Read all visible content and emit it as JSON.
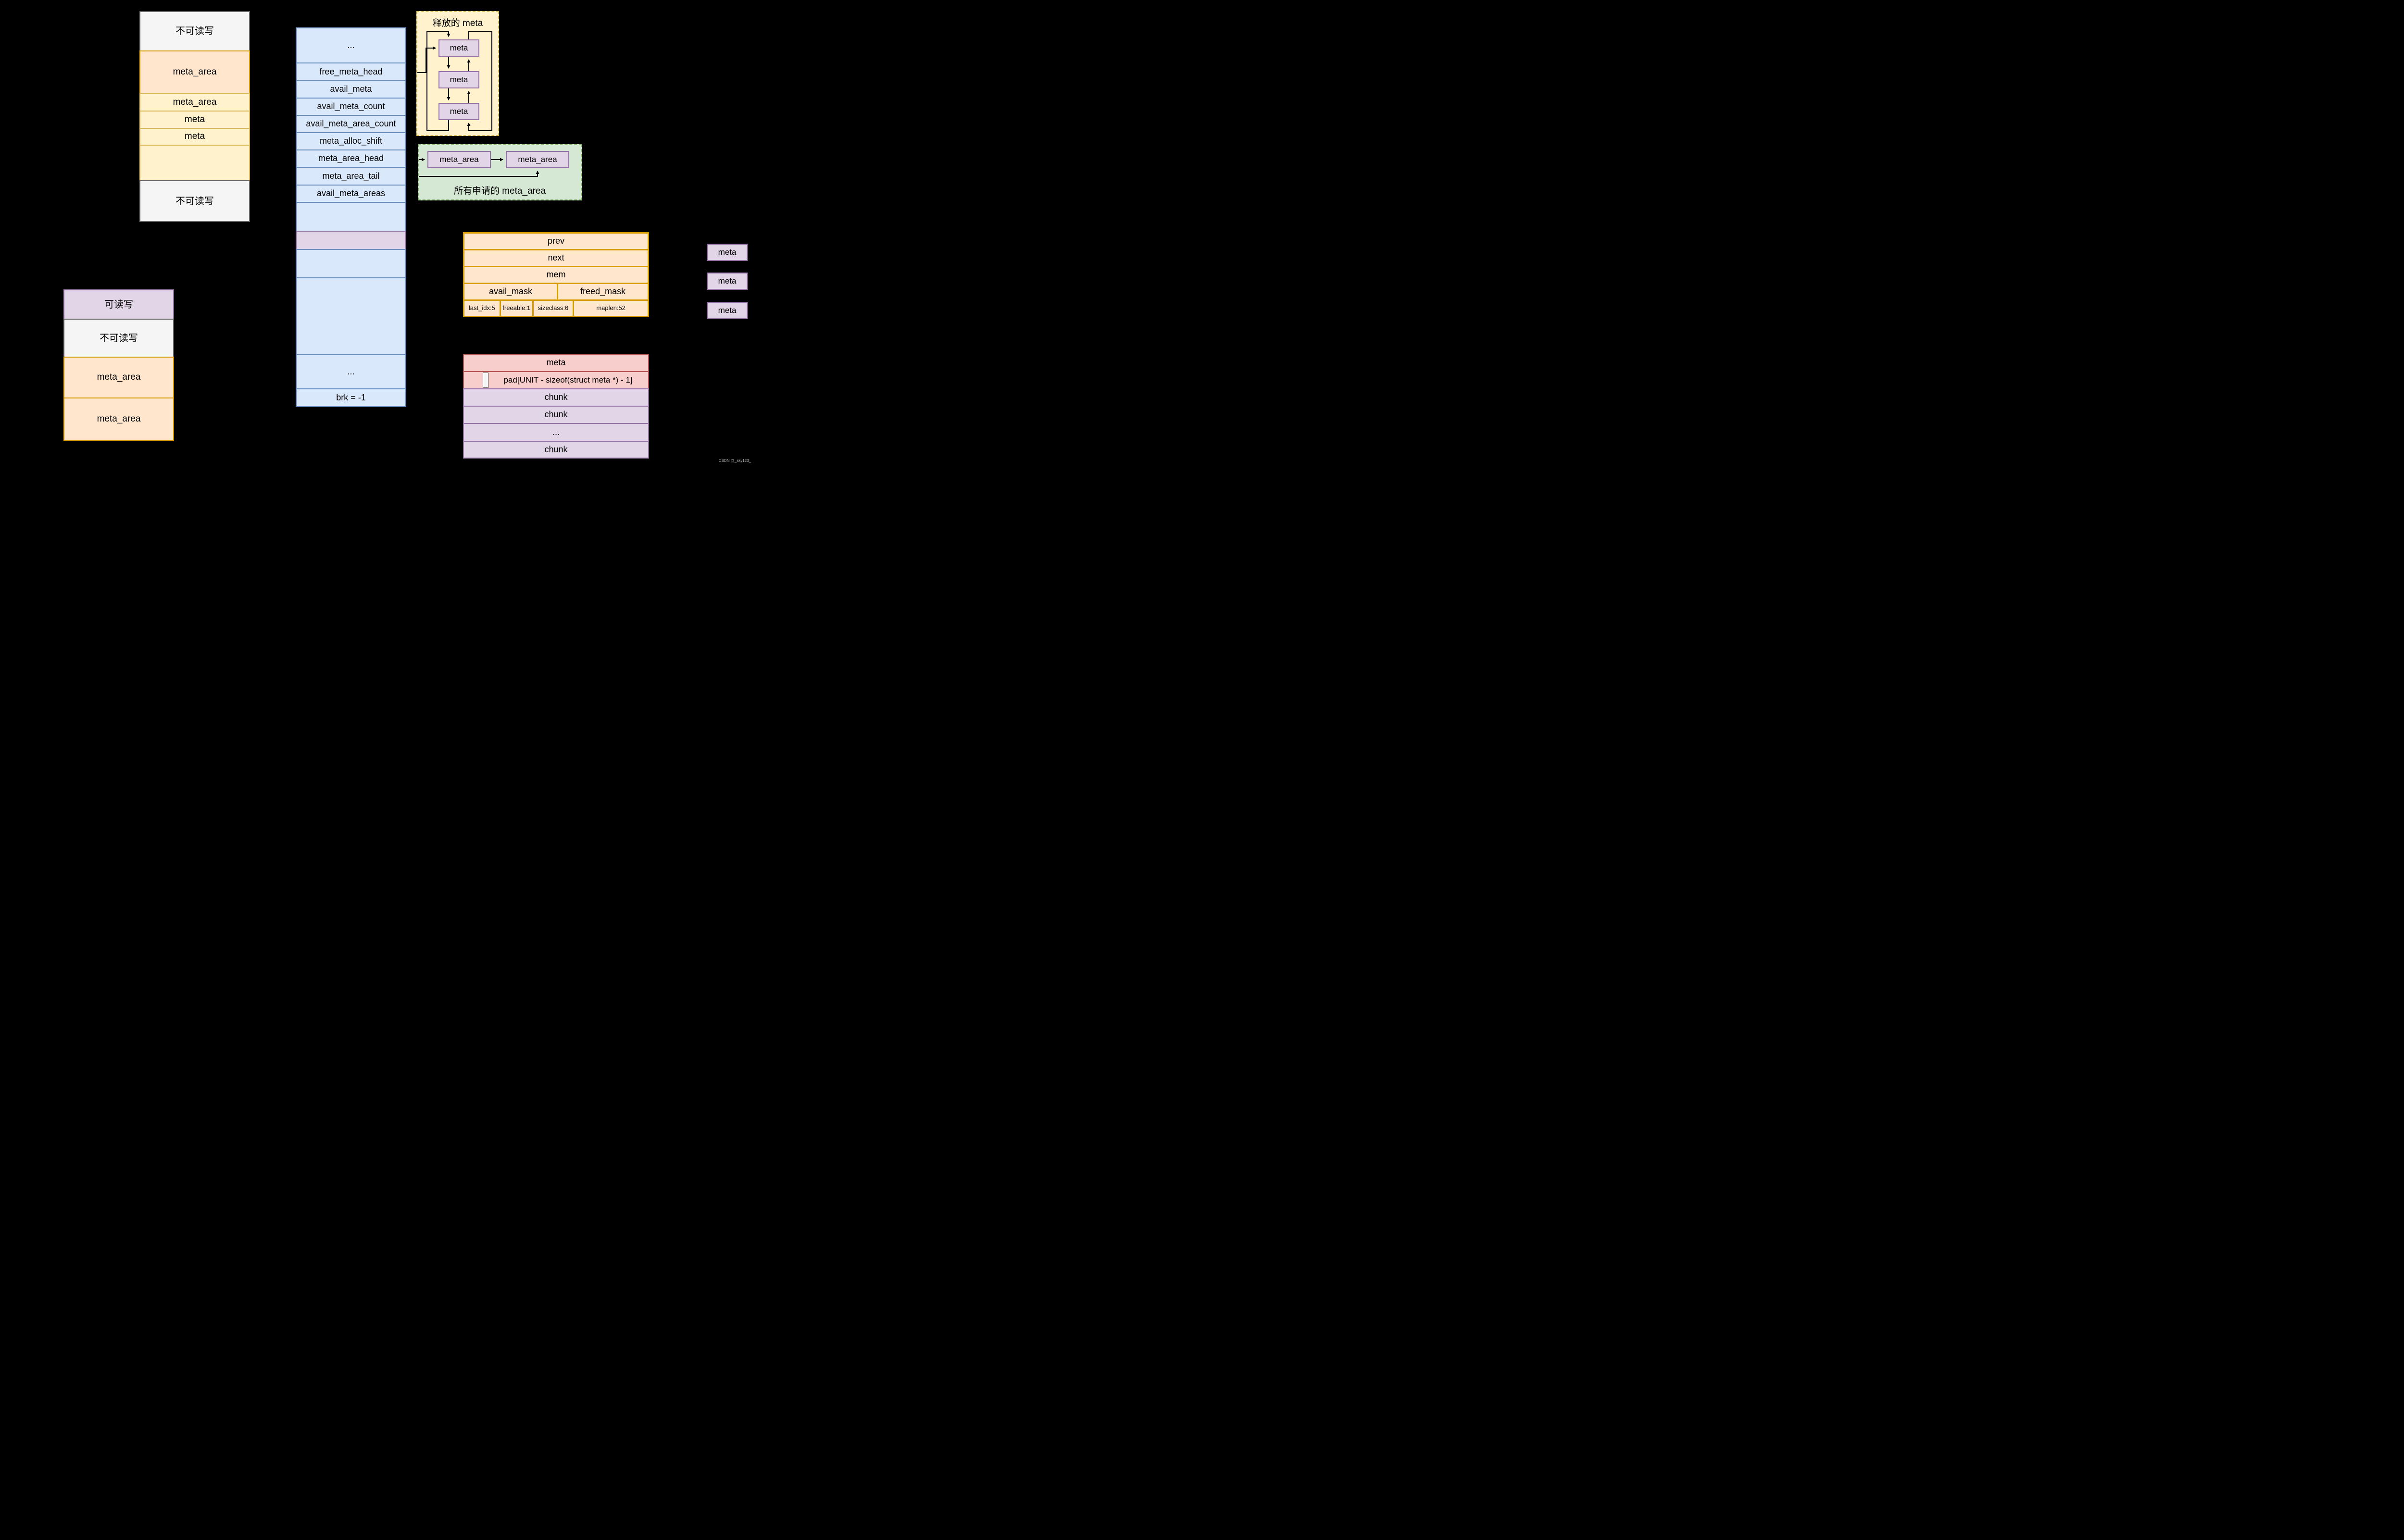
{
  "palette": {
    "background": "#000000",
    "grey_fill": "#f5f5f5",
    "grey_stroke": "#666666",
    "orange_fill": "#ffe6cc",
    "orange_stroke": "#d79b00",
    "yellow_fill": "#fff2cc",
    "yellow_stroke": "#d6b656",
    "blue_fill": "#dae8fc",
    "blue_stroke": "#6c8ebf",
    "purple_fill": "#e1d5e7",
    "purple_stroke": "#9673a6",
    "green_fill": "#d5e8d4",
    "green_stroke": "#82b366",
    "red_fill": "#f8cecc",
    "red_stroke": "#b85450"
  },
  "seg_top": {
    "rows": [
      {
        "label": "不可读写"
      },
      {
        "label": "meta_area"
      },
      {
        "label": "meta_area"
      },
      {
        "label": "meta"
      },
      {
        "label": "meta"
      },
      {
        "label": ""
      },
      {
        "label": "不可读写"
      }
    ]
  },
  "malloc_context": {
    "rows": [
      {
        "label": "..."
      },
      {
        "label": "free_meta_head"
      },
      {
        "label": "avail_meta"
      },
      {
        "label": "avail_meta_count"
      },
      {
        "label": "avail_meta_area_count"
      },
      {
        "label": "meta_alloc_shift"
      },
      {
        "label": "meta_area_head"
      },
      {
        "label": "meta_area_tail"
      },
      {
        "label": "avail_meta_areas"
      },
      {
        "label": ""
      },
      {
        "label": ""
      },
      {
        "label": ""
      },
      {
        "label": ""
      },
      {
        "label": "..."
      },
      {
        "label": "brk = -1"
      }
    ]
  },
  "freed_meta": {
    "title": "释放的 meta",
    "nodes": [
      "meta",
      "meta",
      "meta"
    ]
  },
  "meta_area_list": {
    "label": "所有申请的 meta_area",
    "nodes": [
      "meta_area",
      "meta_area"
    ]
  },
  "meta_struct": {
    "rows": [
      "prev",
      "next",
      "mem"
    ],
    "mask_cells": [
      "avail_mask",
      "freed_mask"
    ],
    "bitfield_cells": [
      "last_idx:5",
      "freeable:1",
      "sizeclass:6",
      "maplen:52"
    ]
  },
  "meta_nodes_right": [
    "meta",
    "meta",
    "meta"
  ],
  "seg_bottom": {
    "rows": [
      {
        "label": "可读写"
      },
      {
        "label": "不可读写"
      },
      {
        "label": "meta_area"
      },
      {
        "label": "meta_area"
      }
    ]
  },
  "group_struct": {
    "rows": [
      "meta",
      "pad[UNIT - sizeof(struct meta *) - 1]",
      "chunk",
      "chunk",
      "...",
      "chunk"
    ]
  },
  "watermark": "CSDN @_sky123_"
}
